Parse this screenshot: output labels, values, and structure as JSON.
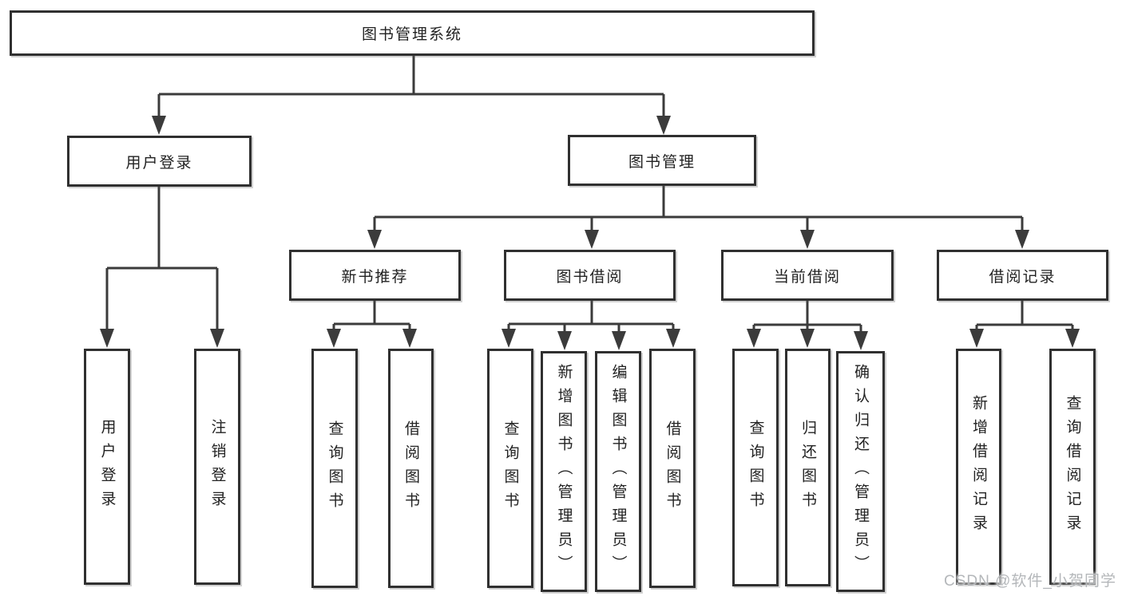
{
  "tree": {
    "root": {
      "label": "图书管理系统"
    },
    "branches": [
      {
        "label": "用户登录",
        "leaves": [
          {
            "label": "用户登录"
          },
          {
            "label": "注销登录"
          }
        ]
      },
      {
        "label": "图书管理",
        "groups": [
          {
            "label": "新书推荐",
            "leaves": [
              {
                "label": "查询图书"
              },
              {
                "label": "借阅图书"
              }
            ]
          },
          {
            "label": "图书借阅",
            "leaves": [
              {
                "label": "查询图书"
              },
              {
                "label": "新增图书（管理员）"
              },
              {
                "label": "编辑图书（管理员）"
              },
              {
                "label": "借阅图书"
              }
            ]
          },
          {
            "label": "当前借阅",
            "leaves": [
              {
                "label": "查询图书"
              },
              {
                "label": "归还图书"
              },
              {
                "label": "确认归还（管理员）"
              }
            ]
          },
          {
            "label": "借阅记录",
            "leaves": [
              {
                "label": "新增借阅记录"
              },
              {
                "label": "查询借阅记录"
              }
            ]
          }
        ]
      }
    ]
  },
  "watermark": {
    "text": "CSDN @软件_小贺同学"
  },
  "colors": {
    "line": "#3b3b3b",
    "box_border": "#303030",
    "text": "#222222",
    "watermark": "#b4b7ba",
    "background": "#ffffff"
  }
}
